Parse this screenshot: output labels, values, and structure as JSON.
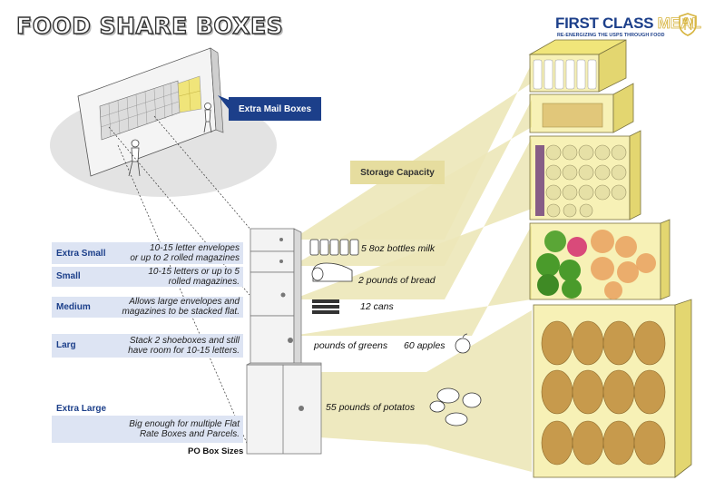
{
  "title": "FOOD SHARE BOXES",
  "brand": {
    "name_part1": "FIRST CLASS ",
    "name_part2": "MEAL",
    "tagline": "RE-ENERGIZING THE USPS THROUGH FOOD"
  },
  "callouts": {
    "extra_mail_boxes": "Extra Mail Boxes",
    "storage_capacity": "Storage Capacity"
  },
  "po_box_sizes_label": "PO Box Sizes",
  "box_sizes": [
    {
      "name": "Extra Small",
      "desc_line1": "10-15 letter envelopes",
      "desc_line2": "or up to 2 rolled magazines"
    },
    {
      "name": "Small",
      "desc_line1": "10-15 letters or up to 5",
      "desc_line2": "rolled magazines."
    },
    {
      "name": "Medium",
      "desc_line1": "Allows large envelopes and",
      "desc_line2": "magazines to be stacked flat."
    },
    {
      "name": "Larg",
      "desc_line1": "Stack 2 shoeboxes and still",
      "desc_line2": "have room for 10-15 letters."
    },
    {
      "name": "Extra Large",
      "desc_line1": "Big enough for multiple Flat",
      "desc_line2": "Rate Boxes and Parcels."
    }
  ],
  "capacities": {
    "milk": "5 8oz bottles milk",
    "bread": "2 pounds of bread",
    "cans": "12 cans",
    "greens": "pounds of greens",
    "apples": "60 apples",
    "potatoes": "55 pounds of potatos"
  },
  "colors": {
    "navy": "#1c3f8a",
    "yellow_fill": "#f0e57a",
    "khaki": "#e6dd9f",
    "band": "#ece7b8",
    "potato": "#c79a4c",
    "apple_green": "#4a9b2b",
    "apple_orange": "#e9a15f"
  }
}
